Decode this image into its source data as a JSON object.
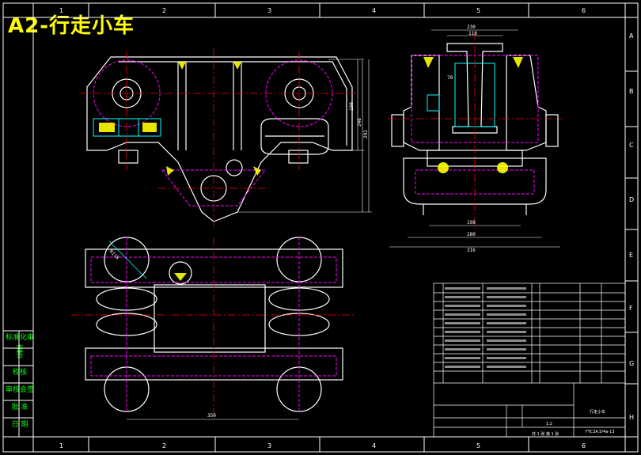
{
  "title": "A2-行走小车",
  "col_refs": [
    "1",
    "2",
    "3",
    "4",
    "5",
    "6"
  ],
  "row_refs": [
    "A",
    "B",
    "C",
    "D",
    "E",
    "F",
    "G",
    "H"
  ],
  "side_labels": [
    "标准化审查",
    "签",
    "校核",
    "审核会签",
    "批 准",
    "日 期"
  ],
  "dimensions": {
    "front_h1": "180",
    "front_h2": "246",
    "front_h3": "292",
    "side_w1": "230",
    "side_w2": "118",
    "side_w3": "198",
    "side_w4": "280",
    "side_w5": "316",
    "side_small1": "70",
    "top_radius": "R118",
    "top_w": "350"
  },
  "title_block": {
    "name": "行走小车",
    "code": "FYC3A.5/4a-13",
    "scale": "1:2",
    "sheet": "共 1 张 第 1 张"
  }
}
